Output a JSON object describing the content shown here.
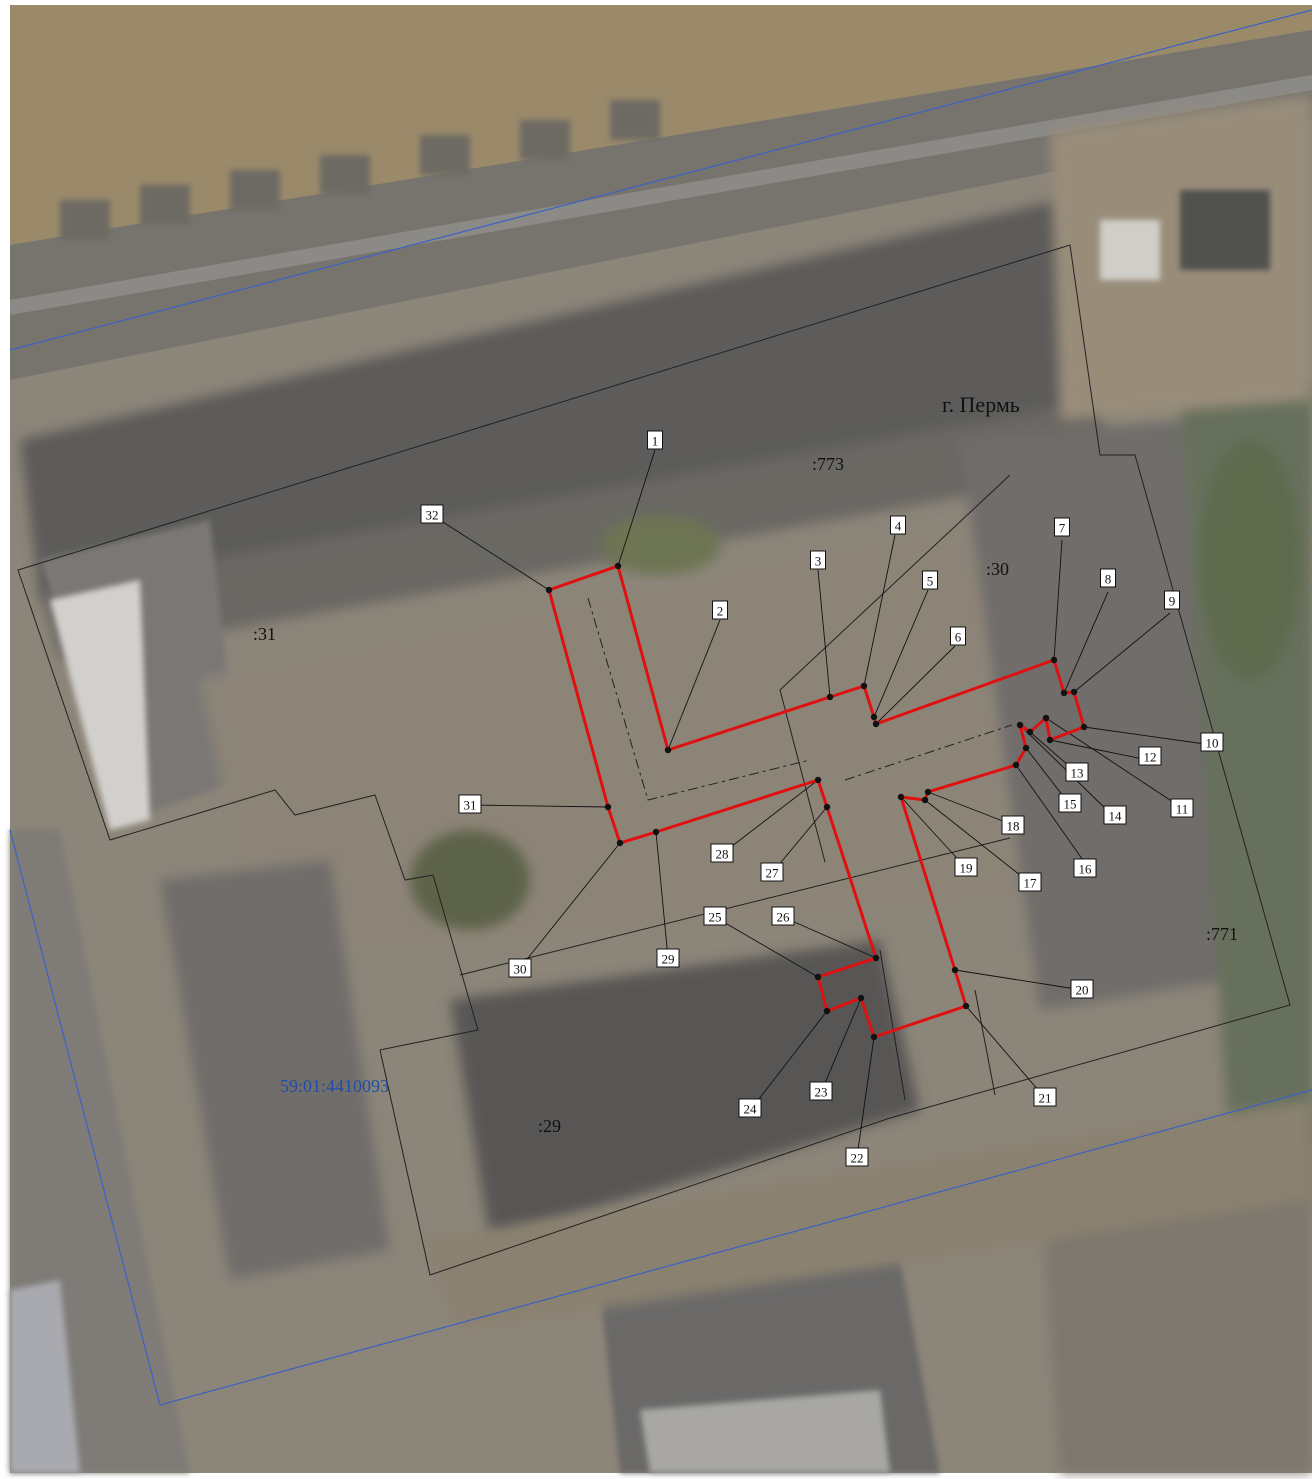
{
  "map": {
    "city_label": "г. Пермь",
    "cadastral_block": "59:01:4410093",
    "parcel_labels": [
      ":773",
      ":31",
      ":30",
      ":29",
      ":771"
    ],
    "colors": {
      "boundary_red": "#e01010",
      "block_blue": "#3a62c4",
      "parcel_line": "#222222",
      "label_blue": "#1f4ea8"
    },
    "points": [
      {
        "n": "1"
      },
      {
        "n": "2"
      },
      {
        "n": "3"
      },
      {
        "n": "4"
      },
      {
        "n": "5"
      },
      {
        "n": "6"
      },
      {
        "n": "7"
      },
      {
        "n": "8"
      },
      {
        "n": "9"
      },
      {
        "n": "10"
      },
      {
        "n": "11"
      },
      {
        "n": "12"
      },
      {
        "n": "13"
      },
      {
        "n": "14"
      },
      {
        "n": "15"
      },
      {
        "n": "16"
      },
      {
        "n": "17"
      },
      {
        "n": "18"
      },
      {
        "n": "19"
      },
      {
        "n": "20"
      },
      {
        "n": "21"
      },
      {
        "n": "22"
      },
      {
        "n": "23"
      },
      {
        "n": "24"
      },
      {
        "n": "25"
      },
      {
        "n": "26"
      },
      {
        "n": "27"
      },
      {
        "n": "28"
      },
      {
        "n": "29"
      },
      {
        "n": "30"
      },
      {
        "n": "31"
      },
      {
        "n": "32"
      }
    ]
  }
}
